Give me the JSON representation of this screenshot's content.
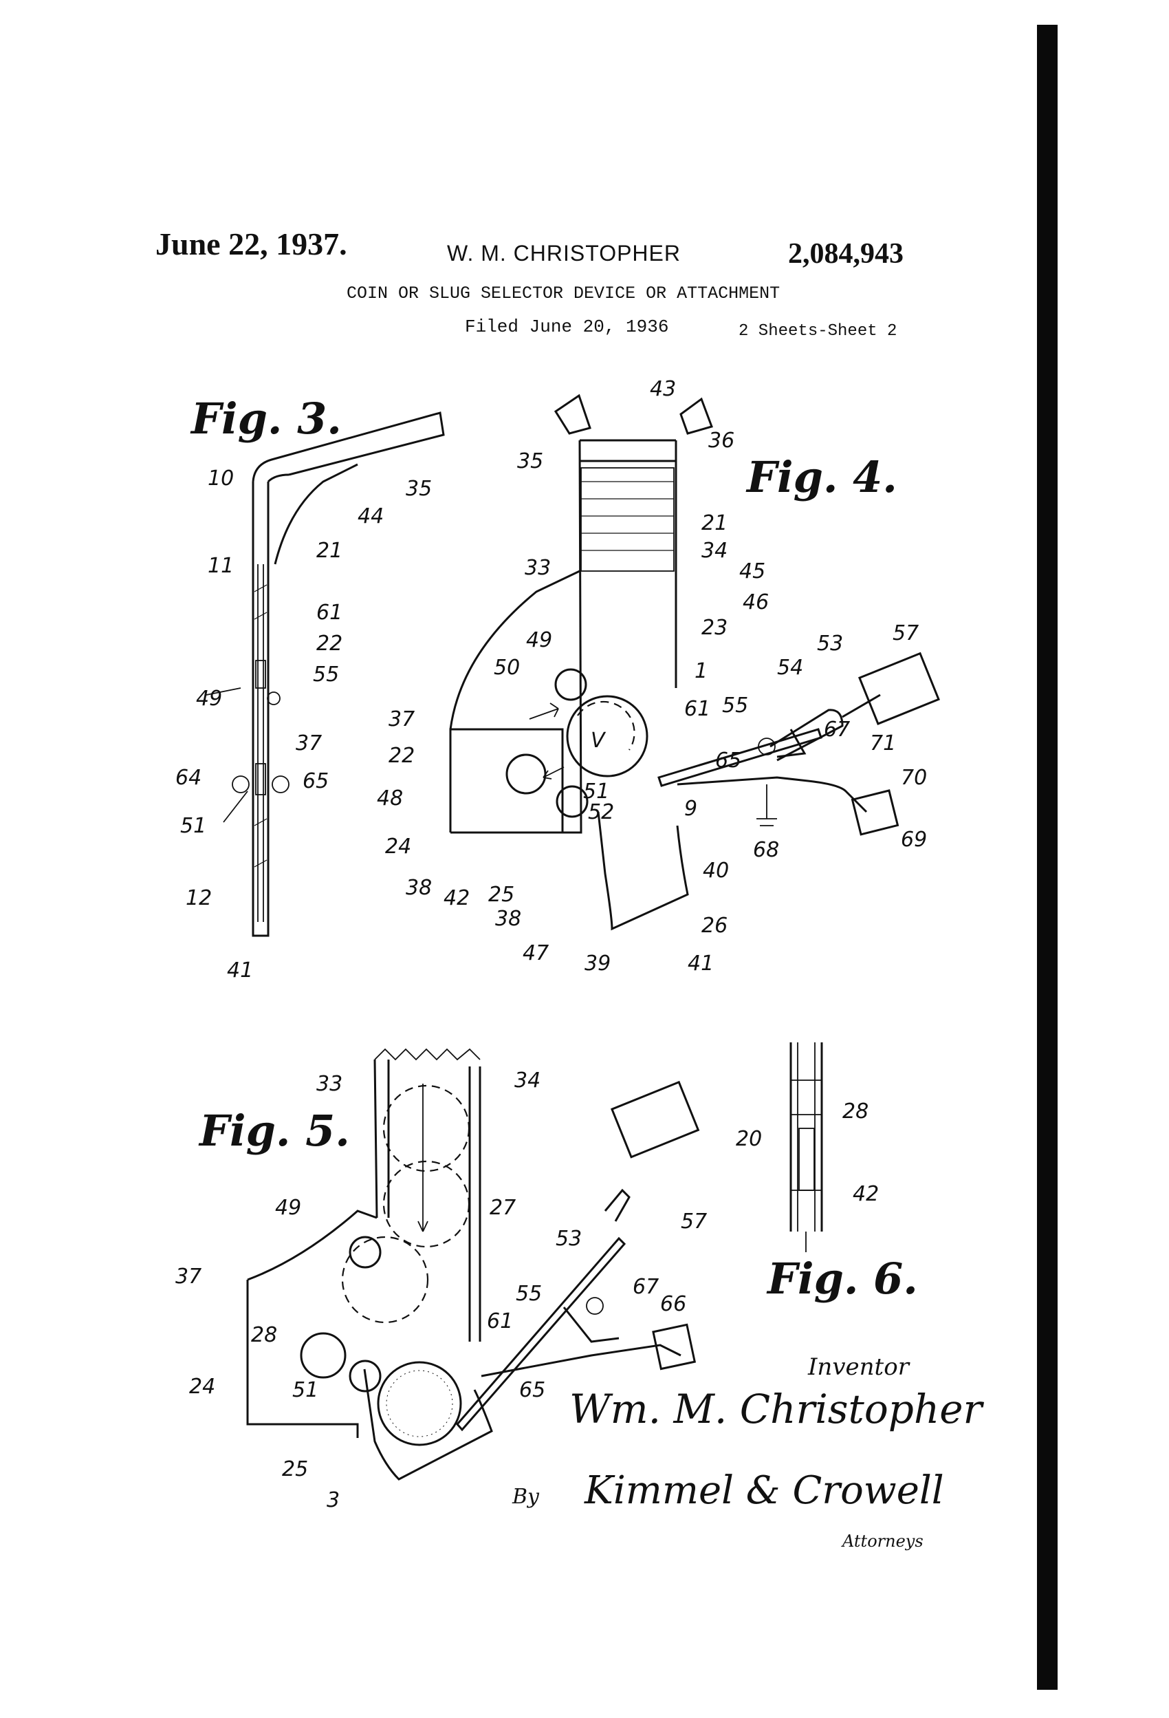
{
  "header": {
    "date": "June 22, 1937.",
    "inventor_name": "W. M. CHRISTOPHER",
    "patent_number": "2,084,943",
    "title": "COIN OR SLUG SELECTOR DEVICE OR ATTACHMENT",
    "filed": "Filed June 20, 1936",
    "sheets": "2 Sheets-Sheet 2"
  },
  "figures": {
    "fig3": "Fig. 3.",
    "fig4": "Fig. 4.",
    "fig5": "Fig. 5.",
    "fig6": "Fig. 6."
  },
  "fig3_refs": [
    "10",
    "11",
    "35",
    "44",
    "21",
    "61",
    "22",
    "55",
    "49",
    "37",
    "64",
    "65",
    "51",
    "12",
    "41"
  ],
  "fig4_refs": [
    "43",
    "35",
    "36",
    "21",
    "33",
    "34",
    "45",
    "46",
    "23",
    "49",
    "50",
    "53",
    "57",
    "54",
    "1",
    "61",
    "55",
    "67",
    "37",
    "22",
    "48",
    "65",
    "71",
    "70",
    "51",
    "52",
    "9",
    "24",
    "68",
    "69",
    "40",
    "38",
    "42",
    "25",
    "38",
    "47",
    "39",
    "26",
    "41"
  ],
  "fig5_refs": [
    "33",
    "34",
    "27",
    "49",
    "53",
    "57",
    "37",
    "55",
    "67",
    "66",
    "28",
    "61",
    "24",
    "51",
    "65",
    "25",
    "3"
  ],
  "fig6_refs": [
    "28",
    "20",
    "42"
  ],
  "fig4_marking": "V",
  "signature": {
    "inventor_label": "Inventor",
    "inventor_name": "Wm. M. Christopher",
    "by": "By",
    "attorneys_name": "Kimmel & Crowell",
    "attorneys_label": "Attorneys"
  }
}
